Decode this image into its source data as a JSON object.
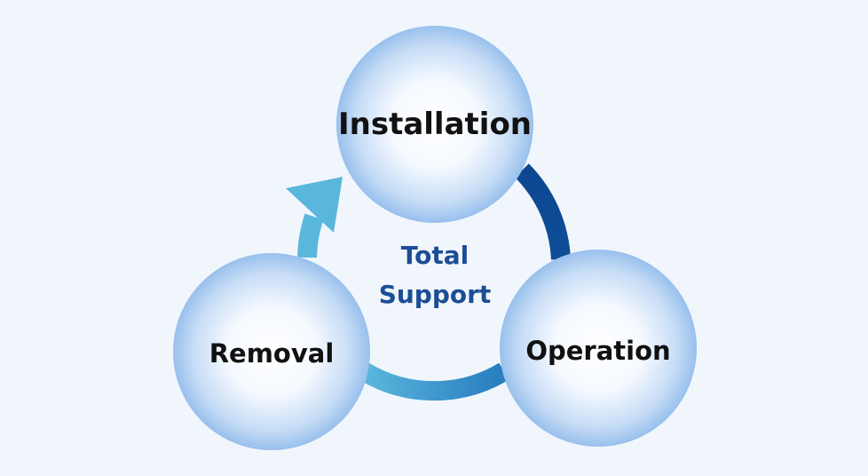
{
  "diagram": {
    "center_text": [
      "Total",
      "Support"
    ],
    "nodes": [
      {
        "id": "installation",
        "label": "Installation"
      },
      {
        "id": "operation",
        "label": "Operation"
      },
      {
        "id": "removal",
        "label": "Removal"
      }
    ],
    "arrows": [
      {
        "from": "installation",
        "to": "operation"
      },
      {
        "from": "operation",
        "to": "removal"
      },
      {
        "from": "removal",
        "to": "installation"
      }
    ]
  },
  "colors": {
    "background": "#f1f6fd",
    "arrow_dark": "#0d4690",
    "arrow_mid": "#2a7fc0",
    "arrow_light": "#5ab7dc",
    "circle_core": "#ffffff",
    "circle_edge": "#9cc4ee",
    "center_text": "#1b4e94",
    "node_text": "#111111"
  }
}
